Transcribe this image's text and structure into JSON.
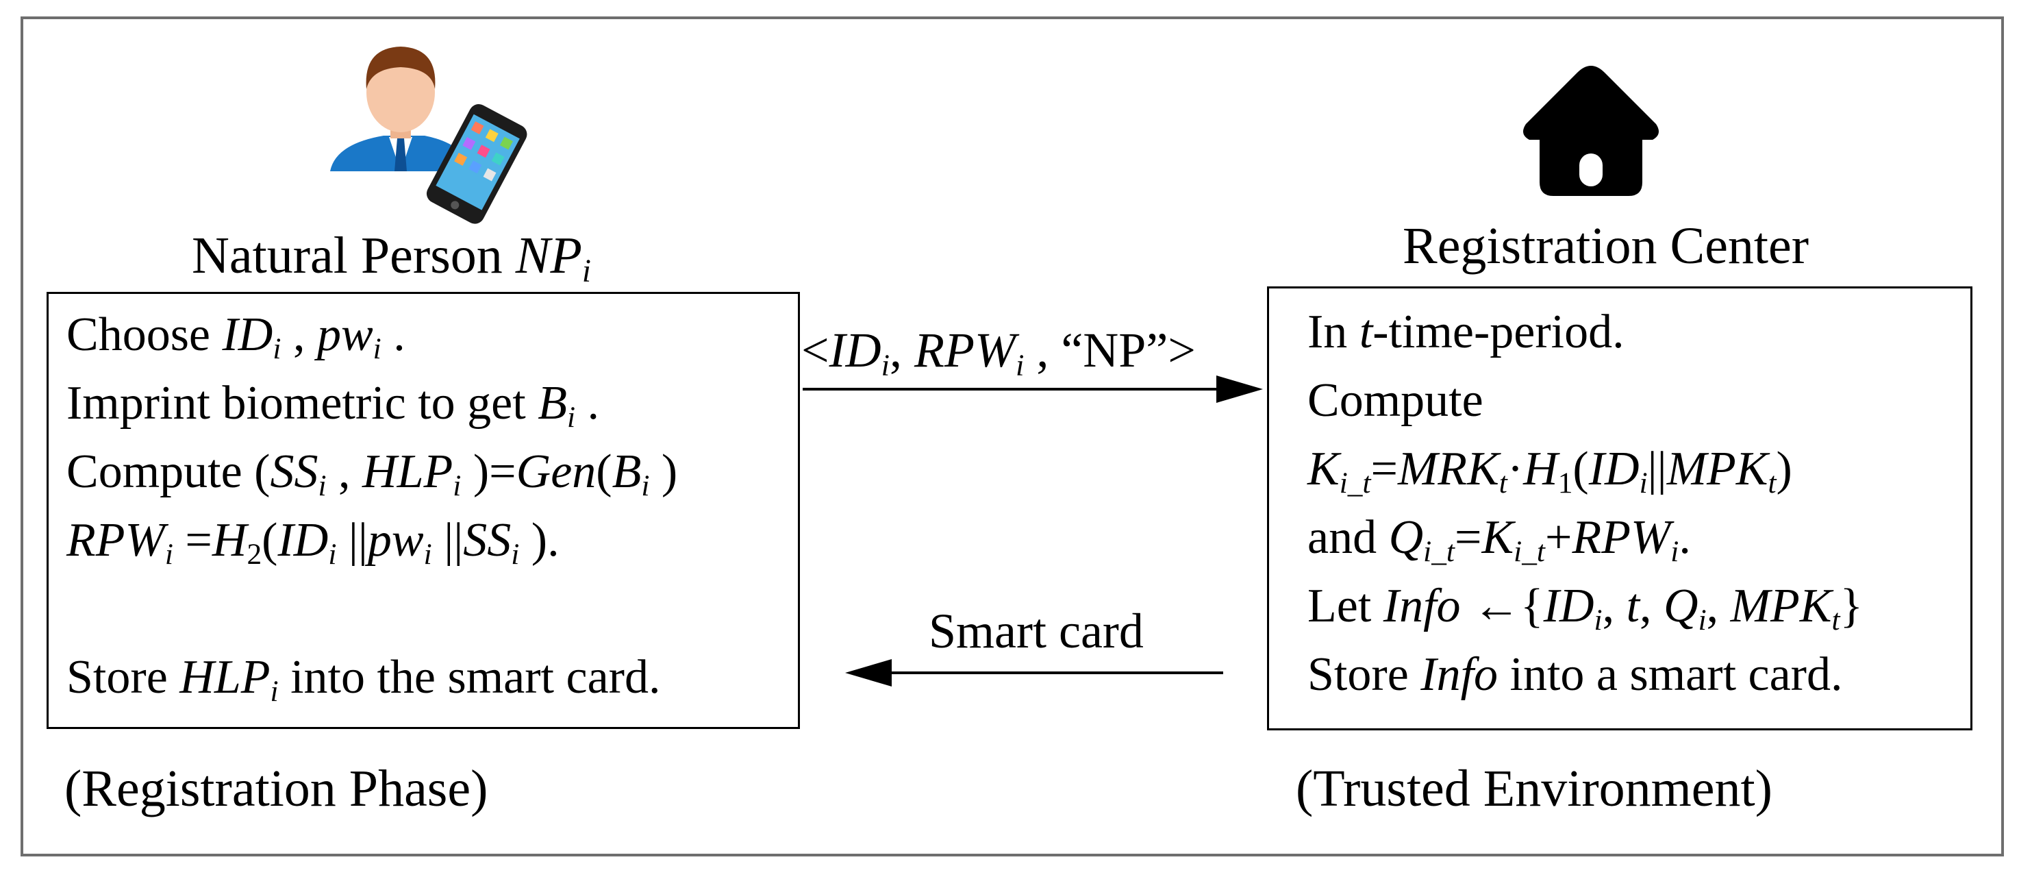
{
  "actors": {
    "left": {
      "name": "Natural Person ",
      "name_var": "NP",
      "name_sub": "i"
    },
    "right": {
      "name": "Registration Center"
    }
  },
  "left_box": {
    "line1": {
      "a": "Choose ",
      "v1": "ID",
      "s1": "i",
      "b": " , ",
      "v2": "pw",
      "s2": "i",
      "c": " ."
    },
    "line2": {
      "a": "Imprint biometric to get ",
      "v1": "B",
      "s1": "i",
      "b": " ."
    },
    "line3": {
      "a": "Compute (",
      "v1": "SS",
      "s1": "i",
      "b": " , ",
      "v2": "HLP",
      "s2": "i",
      "c": " )=",
      "v3": "Gen",
      "d": "(",
      "v4": "B",
      "s4": "i",
      "e": " )"
    },
    "line4": {
      "v1": "RPW",
      "s1": "i",
      "a": " =",
      "v2": "H",
      "s2": "2",
      "b": "(",
      "v3": "ID",
      "s3": "i",
      "c": " ||",
      "v4": "pw",
      "s4": "i",
      "d": " ||",
      "v5": "SS",
      "s5": "i",
      "e": " )."
    },
    "line5": {
      "a": "Store ",
      "v1": "HLP",
      "s1": "i",
      "b": " into the smart card."
    }
  },
  "right_box": {
    "line1": {
      "a": "In ",
      "v1": "t",
      "b": "-time-period."
    },
    "line2": {
      "a": "Compute"
    },
    "line3": {
      "v1": "K",
      "s1": "i_t",
      "a": "=",
      "v2": "MRK",
      "s2": "t",
      "b": "·",
      "v3": "H",
      "s3": "1",
      "c": "(",
      "v4": "ID",
      "s4": "i",
      "d": "||",
      "v5": "MPK",
      "s5": "t",
      "e": ")"
    },
    "line4": {
      "a": "and ",
      "v1": "Q",
      "s1": "i_t",
      "b": "=",
      "v2": "K",
      "s2": "i_t",
      "c": "+",
      "v3": "RPW",
      "s3": "i",
      "d": "."
    },
    "line5": {
      "a": "Let ",
      "v1": "Info",
      "b": " ←{",
      "v2": "ID",
      "s2": "i",
      "c": ", ",
      "v3": "t",
      "d": ", ",
      "v4": "Q",
      "s4": "i",
      "e": ", ",
      "v5": "MPK",
      "s5": "t",
      "f": "}"
    },
    "line6": {
      "a": "Store ",
      "v1": "Info",
      "b": " into  a smart card."
    }
  },
  "messages": {
    "to_rc": {
      "a": "<",
      "v1": "ID",
      "s1": "i",
      "b": ", ",
      "v2": "RPW",
      "s2": "i",
      "c": " , “NP”>"
    },
    "to_np": {
      "a": "Smart card"
    }
  },
  "captions": {
    "left": "(Registration Phase)",
    "right": "(Trusted Environment)"
  },
  "icons": {
    "person": "person-with-phone-icon",
    "registration_center": "house-icon"
  },
  "colors": {
    "person_shirt": "#1a78c8",
    "person_skin": "#f6c7a8",
    "person_hair": "#7a3a14"
  }
}
